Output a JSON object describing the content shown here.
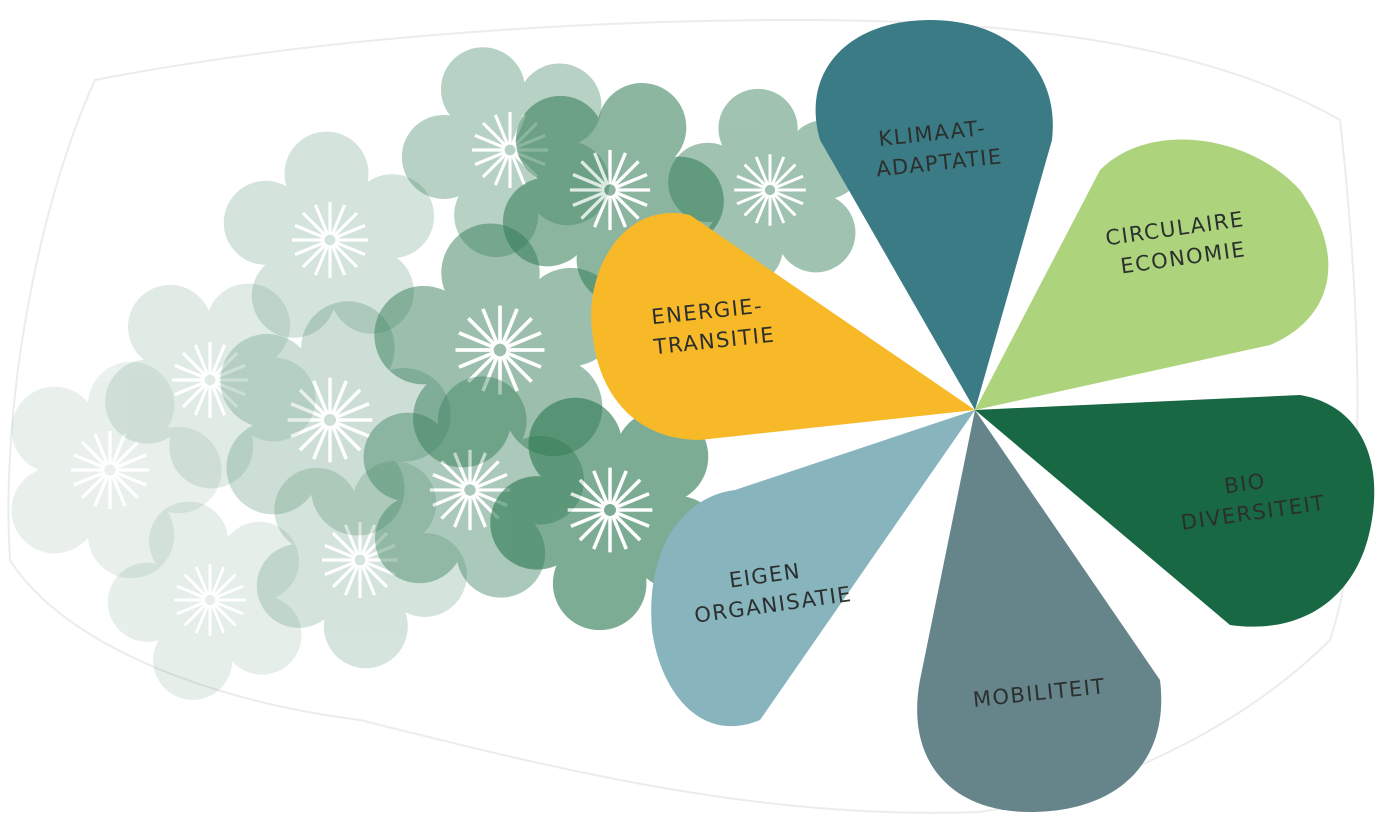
{
  "diagram": {
    "center_petals": [
      {
        "id": "energietransitie",
        "lines": [
          "ENERGIE-",
          "TRANSITIE"
        ],
        "color": "#f7b928"
      },
      {
        "id": "klimaatadaptatie",
        "lines": [
          "KLIMAAT-",
          "ADAPTATIE"
        ],
        "color": "#3a7b85"
      },
      {
        "id": "circulaire-economie",
        "lines": [
          "CIRCULAIRE",
          "ECONOMIE"
        ],
        "color": "#add47d"
      },
      {
        "id": "biodiversiteit",
        "lines": [
          "BIO",
          "DIVERSITEIT"
        ],
        "color": "#176843"
      },
      {
        "id": "mobiliteit",
        "lines": [
          "MOBILITEIT"
        ],
        "color": "#66858a"
      },
      {
        "id": "eigen-organisatie",
        "lines": [
          "EIGEN",
          "ORGANISATIE"
        ],
        "color": "#88b4bd"
      }
    ],
    "trail_color": "#2f7a54",
    "outline_color": "#ececec"
  }
}
